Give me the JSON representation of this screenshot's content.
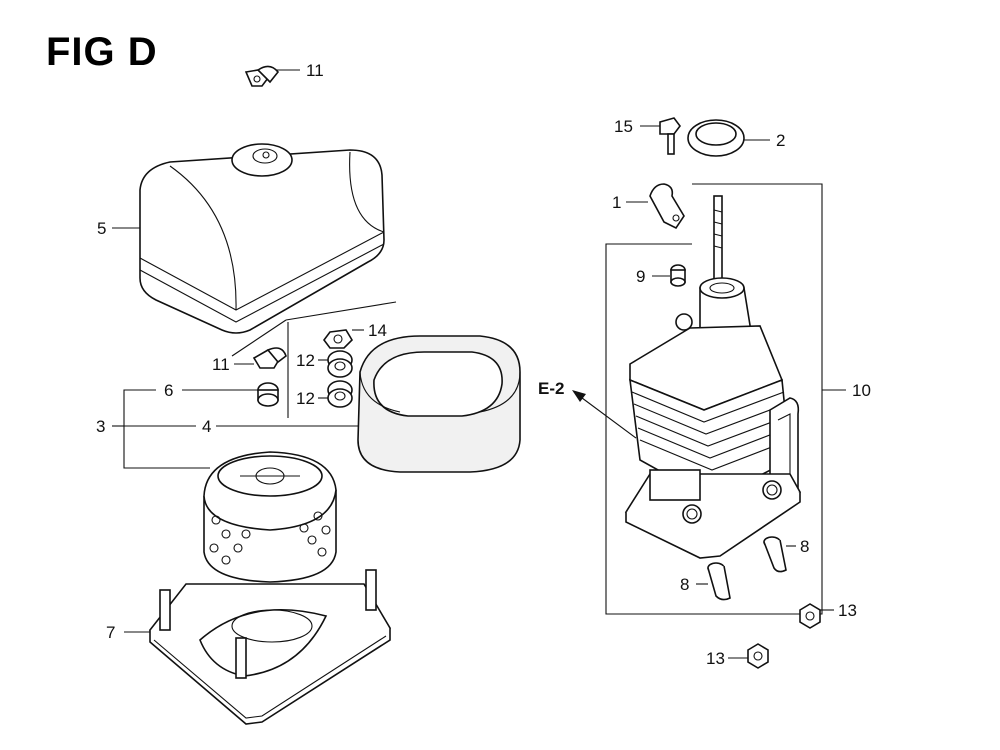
{
  "figure": {
    "title": "FIG D"
  },
  "callouts": {
    "c11_top": "11",
    "c5": "5",
    "c11_mid": "11",
    "c6": "6",
    "c3": "3",
    "c4": "4",
    "c14": "14",
    "c12_a": "12",
    "c12_b": "12",
    "c7": "7",
    "c15": "15",
    "c2": "2",
    "c1": "1",
    "c9": "9",
    "c10": "10",
    "ce2": "E-2",
    "c8_right": "8",
    "c8_left": "8",
    "c13_right": "13",
    "c13_left": "13"
  },
  "parts": {
    "cover_top_nut": "wing-nut",
    "air_cleaner_cover": "cover",
    "mid_wing_nut": "wing-nut",
    "grommet": "grommet",
    "outer_foam_element": "foam-element",
    "paper_element": "paper-element",
    "air_cleaner_base": "base",
    "bolt": "bolt",
    "gasket": "gasket",
    "breather_clamp": "clamp",
    "cap": "cap",
    "elbow_case": "elbow",
    "collar_right": "collar",
    "collar_left": "collar",
    "nut_right": "nut",
    "nut_left": "nut",
    "washer_a": "washer",
    "washer_b": "washer",
    "nut_14": "nut"
  }
}
